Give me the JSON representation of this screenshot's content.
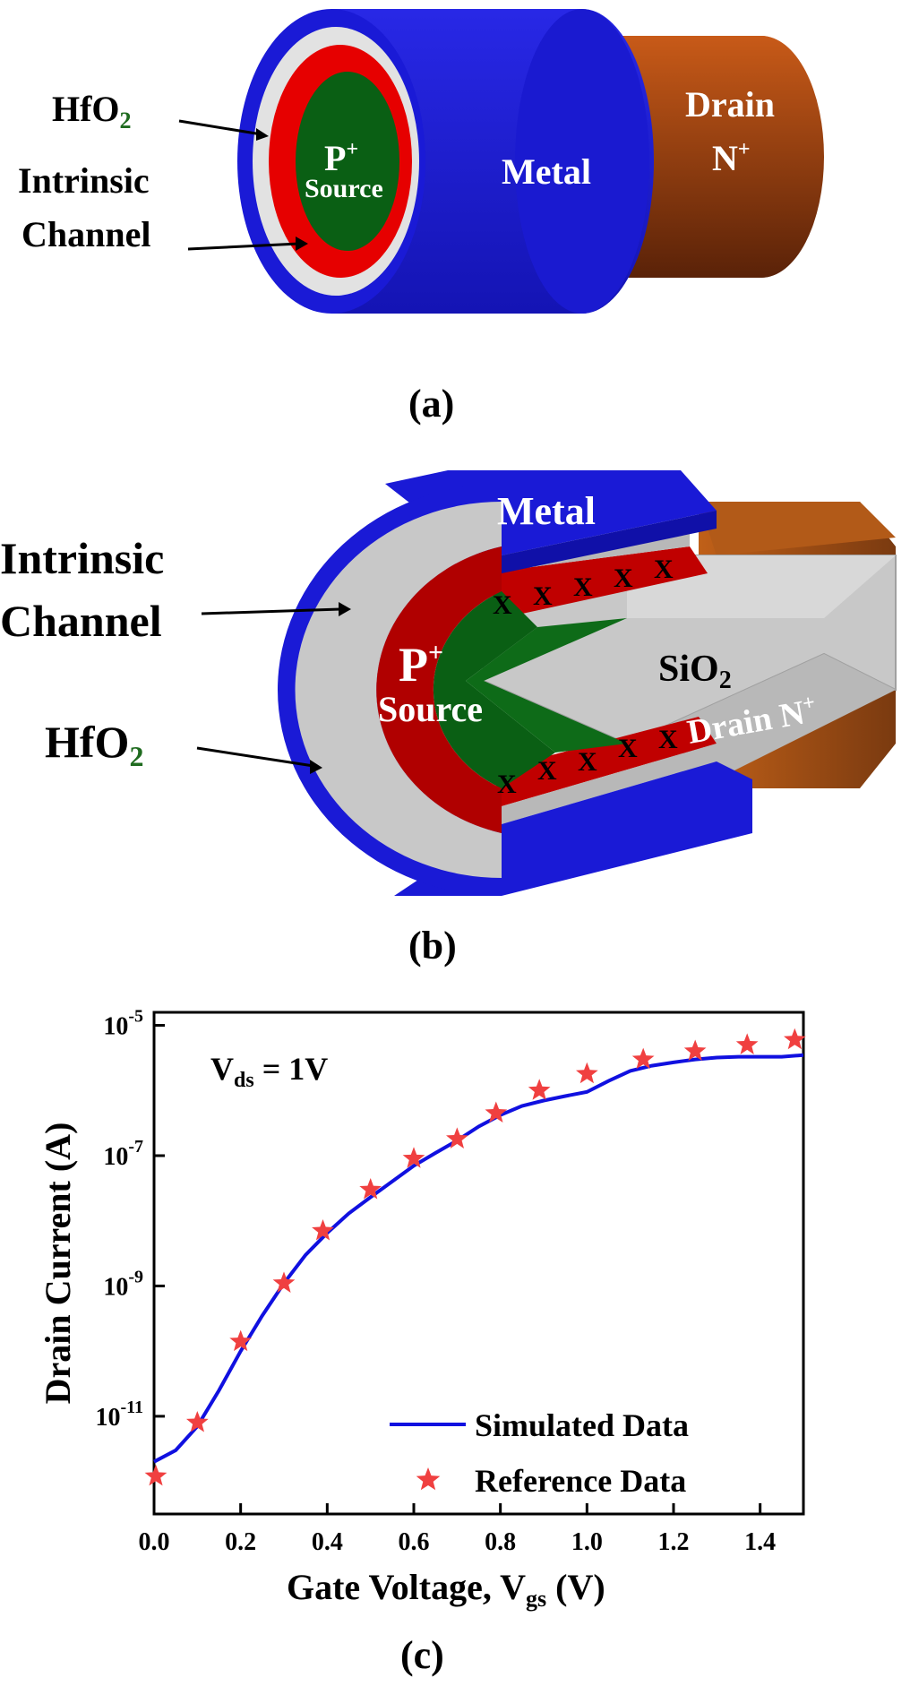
{
  "panel_a": {
    "caption": "(a)",
    "hfo2": "HfO",
    "hfo2_sub": "2",
    "intrinsic": "Intrinsic",
    "channel": "Channel",
    "p_plus": "P",
    "plus": "+",
    "source": "Source",
    "metal": "Metal",
    "drain": "Drain",
    "n_plus": "N",
    "colors": {
      "metal": "#1a1ad6",
      "hfo2": "#dcdcdc",
      "channel": "#e60000",
      "source": "#0a5f14",
      "drain": "#8a3c10"
    }
  },
  "panel_b": {
    "caption": "(b)",
    "metal": "Metal",
    "intrinsic": "Intrinsic",
    "channel": "Channel",
    "p_plus": "P",
    "plus": "+",
    "source": "Source",
    "sio2": "SiO",
    "sio2_sub": "2",
    "drain": "Drain N",
    "hfo2": "HfO",
    "hfo2_sub": "2",
    "x_mark": "X",
    "colors": {
      "metal": "#1a1ad6",
      "hfo2": "#c8c8c8",
      "channel": "#b00000",
      "source": "#0a5f14",
      "drain": "#8a3c10"
    }
  },
  "panel_c": {
    "caption": "(c)",
    "annotation_v": "V",
    "annotation_sub": "ds",
    "annotation_rest": " = 1V",
    "chart_data": {
      "type": "line",
      "xlabel_main": "Gate Voltage, V",
      "xlabel_sub": "gs",
      "xlabel_end": " (V)",
      "ylabel": "Drain Current (A)",
      "xlim": [
        0,
        1.5
      ],
      "ylim_log10": [
        -12.5,
        -4.8
      ],
      "x_ticks": [
        0.0,
        0.2,
        0.4,
        0.6,
        0.8,
        1.0,
        1.2,
        1.4
      ],
      "x_tick_labels": [
        "0.0",
        "0.2",
        "0.4",
        "0.6",
        "0.8",
        "1.0",
        "1.2",
        "1.4"
      ],
      "y_ticks_exp": [
        -11,
        -9,
        -7,
        -5
      ],
      "y_tick_base": "10",
      "y_tick_exp_labels": [
        "-11",
        "-9",
        "-7",
        "-5"
      ],
      "legend_position": "bottom-right",
      "series": [
        {
          "name": "Simulated Data",
          "style": "line",
          "color": "#1010e0",
          "x": [
            0.0,
            0.05,
            0.1,
            0.15,
            0.2,
            0.25,
            0.3,
            0.35,
            0.4,
            0.45,
            0.5,
            0.55,
            0.6,
            0.65,
            0.7,
            0.75,
            0.8,
            0.85,
            0.9,
            0.95,
            1.0,
            1.05,
            1.1,
            1.15,
            1.2,
            1.25,
            1.3,
            1.35,
            1.4,
            1.45,
            1.5
          ],
          "y": [
            2e-12,
            3e-12,
            7e-12,
            2.5e-11,
            1e-10,
            3.5e-10,
            1.1e-09,
            3e-09,
            6.5e-09,
            1.3e-08,
            2.3e-08,
            4e-08,
            7e-08,
            1.1e-07,
            1.7e-07,
            2.8e-07,
            4.2e-07,
            5.8e-07,
            7e-07,
            8.2e-07,
            9.5e-07,
            1.4e-06,
            2e-06,
            2.4e-06,
            2.7e-06,
            3e-06,
            3.2e-06,
            3.3e-06,
            3.3e-06,
            3.3e-06,
            3.5e-06
          ]
        },
        {
          "name": "Reference Data",
          "style": "star",
          "color": "#f04040",
          "x": [
            0.0,
            0.1,
            0.2,
            0.3,
            0.39,
            0.5,
            0.6,
            0.7,
            0.79,
            0.89,
            1.0,
            1.13,
            1.25,
            1.37,
            1.48
          ],
          "y": [
            1.2e-12,
            8e-12,
            1.4e-10,
            1.1e-09,
            7e-09,
            3e-08,
            9e-08,
            1.8e-07,
            4.5e-07,
            1e-06,
            1.8e-06,
            3e-06,
            4e-06,
            5e-06,
            6e-06
          ]
        }
      ]
    }
  }
}
